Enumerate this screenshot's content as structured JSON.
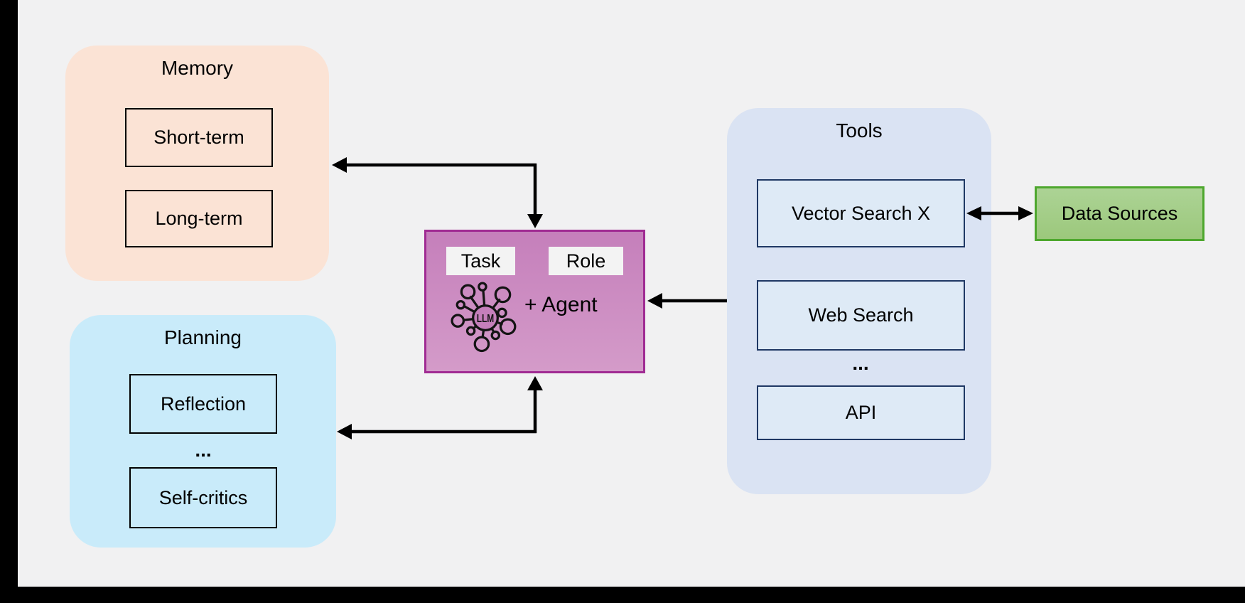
{
  "memory": {
    "title": "Memory",
    "items": [
      "Short-term",
      "Long-term"
    ]
  },
  "planning": {
    "title": "Planning",
    "items": [
      "Reflection",
      "Self-critics"
    ],
    "ellipsis": "..."
  },
  "tools": {
    "title": "Tools",
    "items": [
      "Vector Search X",
      "Web Search",
      "API"
    ],
    "ellipsis": "..."
  },
  "agent": {
    "task": "Task",
    "role": "Role",
    "llm": "LLM",
    "label": "+ Agent"
  },
  "data_sources": {
    "label": "Data Sources"
  },
  "colors": {
    "background": "#F1F1F2",
    "memory_fill": "#FBE3D5",
    "planning_fill": "#C9EBFA",
    "tools_fill": "#DAE3F3",
    "tools_item_fill": "#DEEAF6",
    "tools_item_border": "#1F3864",
    "agent_border": "#A02B93",
    "agent_fill_top": "#C57FBB",
    "agent_fill_bottom": "#D49BC9",
    "data_sources_border": "#4EA72E",
    "data_sources_fill": "#A9D18E",
    "arrow": "#000000"
  }
}
